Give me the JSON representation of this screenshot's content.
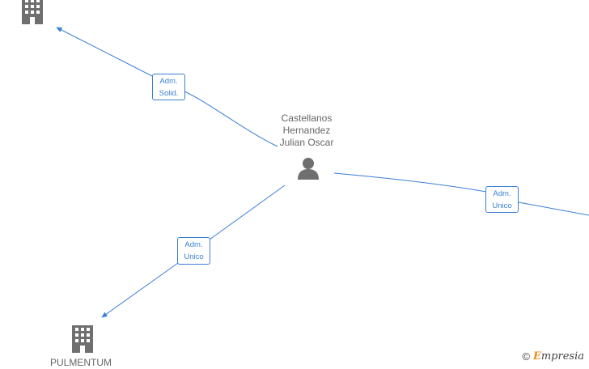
{
  "colors": {
    "edge": "#3b7fd6",
    "node": "#666666",
    "accent": "#f08a1c"
  },
  "nodes": {
    "person": {
      "name_lines": [
        "Castellanos",
        "Hernandez",
        "Julian Oscar"
      ],
      "icon": "person-icon"
    },
    "company_top_left": {
      "icon": "building-icon"
    },
    "company_bottom_left": {
      "name": "PULMENTUM",
      "icon": "building-icon"
    }
  },
  "edges": [
    {
      "label_lines": [
        "Adm.",
        "Solid."
      ],
      "target": "company_top_left"
    },
    {
      "label_lines": [
        "Adm.",
        "Unico"
      ],
      "target": "company_bottom_left"
    },
    {
      "label_lines": [
        "Adm.",
        "Unico"
      ],
      "target": "offscreen_right"
    }
  ],
  "watermark": {
    "symbol": "©",
    "brand_initial": "E",
    "brand_rest": "mpresia"
  }
}
